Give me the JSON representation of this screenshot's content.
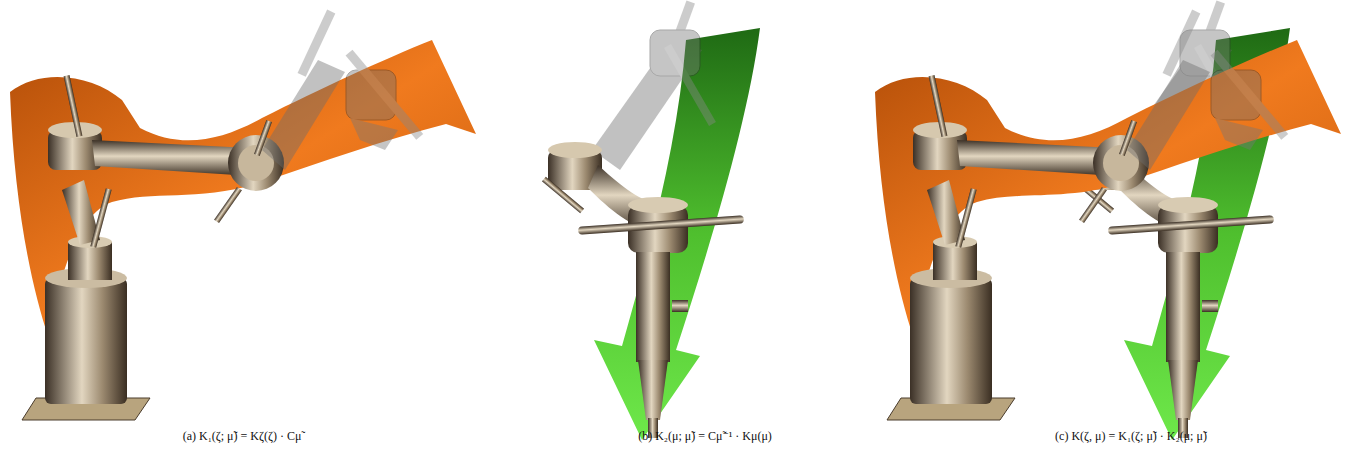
{
  "diagram": {
    "labels": [
      "(a) K₁(ζ; μ̃) = Kζ(ζ) · Cμ̃",
      "(b) K₂(μ; μ̃) = Cμ̃⁻¹ · Kμ(μ)",
      "(c) K(ζ, μ) = K₁(ζ; μ̃) · K₂(μ; μ̃)"
    ]
  }
}
